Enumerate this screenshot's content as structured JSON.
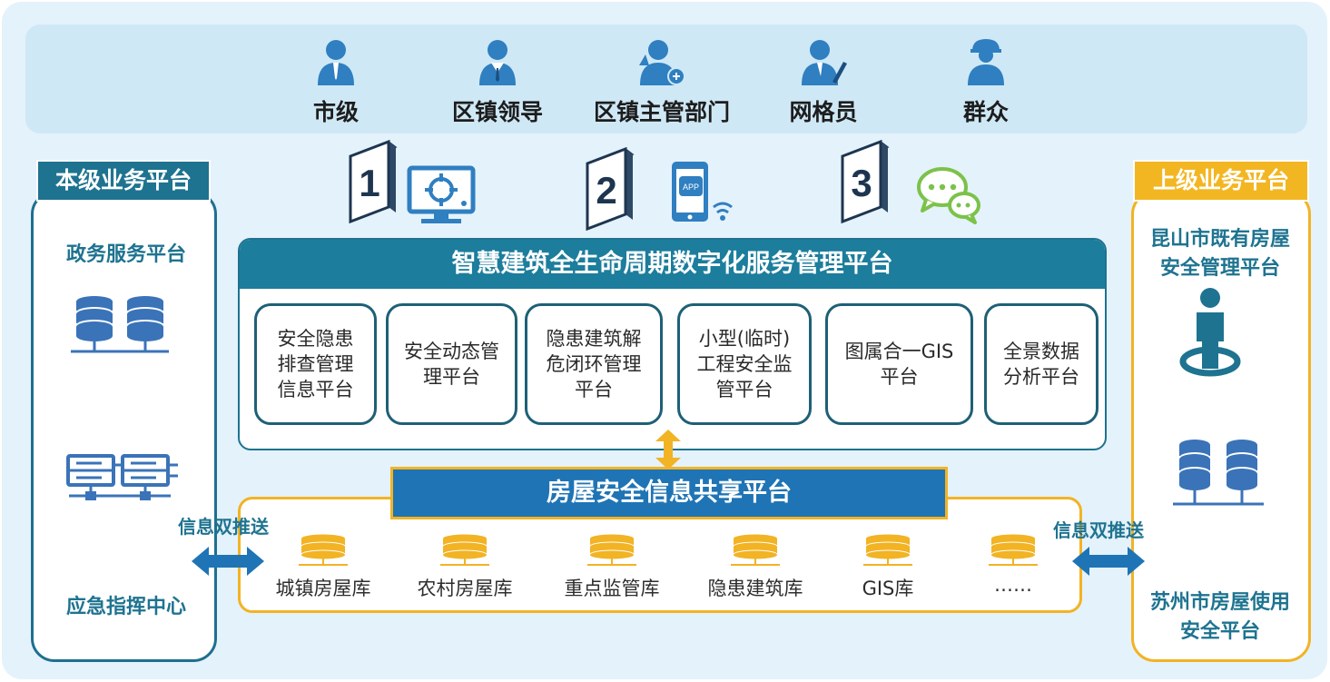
{
  "users": [
    {
      "label": "市级",
      "icon": "official-icon"
    },
    {
      "label": "区镇领导",
      "icon": "leader-icon"
    },
    {
      "label": "区镇主管部门",
      "icon": "department-manager-icon"
    },
    {
      "label": "网格员",
      "icon": "grid-worker-icon"
    },
    {
      "label": "群众",
      "icon": "public-icon"
    }
  ],
  "access": [
    {
      "number": "1",
      "icon": "monitor-icon"
    },
    {
      "number": "2",
      "icon": "mobile-app-icon",
      "app_text": "APP"
    },
    {
      "number": "3",
      "icon": "wechat-icon"
    }
  ],
  "left_panel": {
    "title": "本级业务平台",
    "item1": "政务服务平台",
    "item2": "应急指挥中心"
  },
  "right_panel": {
    "title": "上级业务平台",
    "item1_line1": "昆山市既有房屋",
    "item1_line2": "安全管理平台",
    "item2_line1": "苏州市房屋使用",
    "item2_line2": "安全平台"
  },
  "main_platform": {
    "title": "智慧建筑全生命周期数字化服务管理平台",
    "modules": [
      {
        "lines": [
          "安全隐患",
          "排查管理",
          "信息平台"
        ]
      },
      {
        "lines": [
          "安全动态管",
          "理平台"
        ]
      },
      {
        "lines": [
          "隐患建筑解",
          "危闭环管理",
          "平台"
        ]
      },
      {
        "lines": [
          "小型(临时)",
          "工程安全监",
          "管平台"
        ]
      },
      {
        "lines": [
          "图属合一GIS",
          "平台"
        ]
      },
      {
        "lines": [
          "全景数据",
          "分析平台"
        ]
      }
    ]
  },
  "share_platform": {
    "title": "房屋安全信息共享平台",
    "databases": [
      "城镇房屋库",
      "农村房屋库",
      "重点监管库",
      "隐患建筑库",
      "GIS库",
      "……"
    ]
  },
  "push_left": "信息双推送",
  "push_right": "信息双推送",
  "colors": {
    "teal": "#1e7390",
    "blue": "#1f74b5",
    "gold": "#f2b324",
    "icon_blue": "#2f7fc1"
  }
}
